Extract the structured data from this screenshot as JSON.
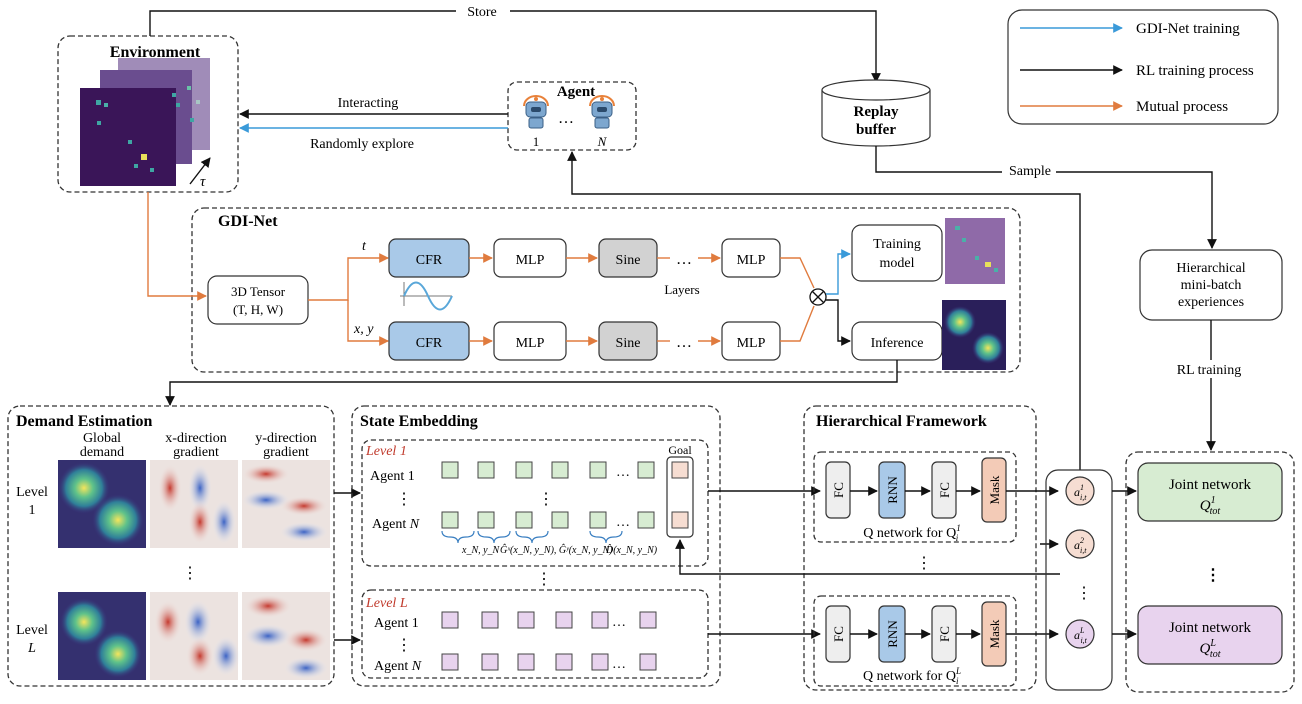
{
  "legend": {
    "gdi": "GDI-Net training",
    "rl": "RL training process",
    "mutual": "Mutual process"
  },
  "labels": {
    "store": "Store",
    "sample": "Sample",
    "rl_training": "RL training",
    "interacting": "Interacting",
    "randomly_explore": "Randomly explore",
    "layers": "Layers",
    "t": "t",
    "xy": "x, y",
    "ellipsis": "…",
    "vdots": "⋮"
  },
  "environment": {
    "title": "Environment",
    "tau": "τ"
  },
  "agent": {
    "title": "Agent",
    "first": "1",
    "last": "N"
  },
  "replay": {
    "line1": "Replay",
    "line2": "buffer"
  },
  "gdinet": {
    "title": "GDI-Net",
    "tensor1": "3D Tensor",
    "tensor2": "(T, H, W)",
    "cfr": "CFR",
    "mlp": "MLP",
    "sine": "Sine",
    "training1": "Training",
    "training2": "model",
    "inference": "Inference"
  },
  "hier_batch": {
    "l1": "Hierarchical",
    "l2": "mini-batch",
    "l3": "experiences"
  },
  "demand": {
    "title": "Demand Estimation",
    "col1a": "Global",
    "col1b": "demand",
    "col2a": "x-direction",
    "col2b": "gradient",
    "col3a": "y-direction",
    "col3b": "gradient",
    "level1a": "Level",
    "level1b": "1",
    "levelLa": "Level",
    "levelLb": "L"
  },
  "state": {
    "title": "State Embedding",
    "level1": "Level 1",
    "levelL": "Level L",
    "agent1": "Agent 1",
    "agentN_a": "Agent",
    "agentN_b": "N",
    "goal": "Goal",
    "f1": "x_N, y_N",
    "f2": "Ĝˣ(x_N, y_N), Ĝʸ(x_N, y_N)",
    "f3": "D̂(x_N, y_N)"
  },
  "hier": {
    "title": "Hierarchical Framework",
    "fc": "FC",
    "rnn": "RNN",
    "mask": "Mask",
    "q1": "Q network for Q",
    "qsub": "i",
    "q1sup": "1",
    "qLsup": "L"
  },
  "actions": {
    "a": "a",
    "sub": "i,t",
    "s1": "1",
    "s2": "2",
    "sL": "L"
  },
  "joint": {
    "label": "Joint network",
    "q": "Q",
    "qsub": "tot",
    "s1": "1",
    "sL": "L"
  },
  "colors": {
    "cfr": "#a9c9e8",
    "sine": "#d2d2d2",
    "mask": "#f3cbb7",
    "joint1": "#d7ecd2",
    "jointL": "#e8d3ee",
    "orange": "#e07b3e",
    "blue": "#3a9ad9"
  }
}
